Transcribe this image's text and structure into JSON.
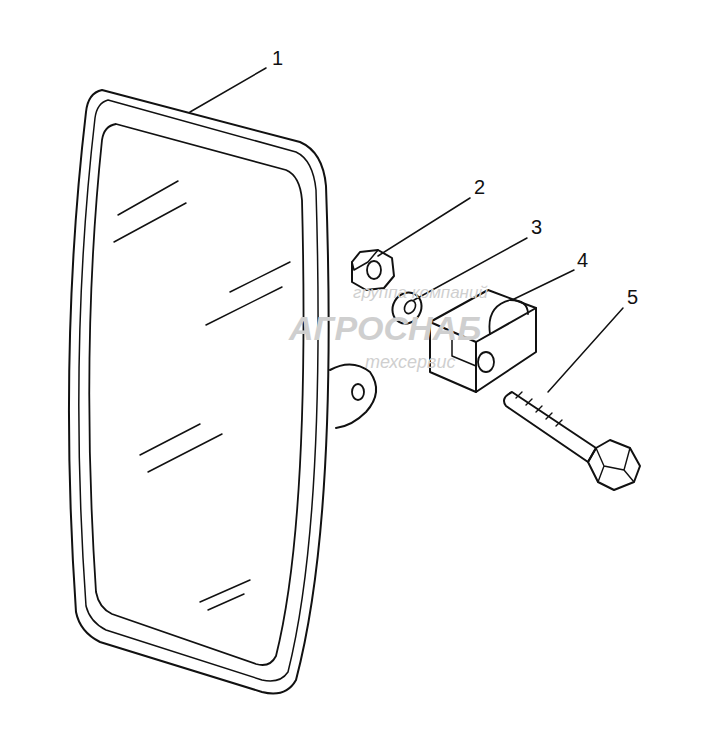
{
  "diagram": {
    "labels": [
      "1",
      "2",
      "3",
      "4",
      "5",
      "группа компаний",
      "АГРОСНАБ",
      "техсервис"
    ]
  }
}
